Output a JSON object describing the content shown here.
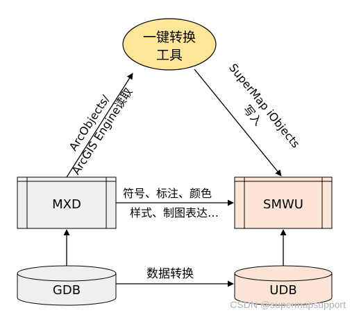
{
  "nodes": {
    "tool": {
      "line1": "一键转换",
      "line2": "工具",
      "fill": "#ffe699"
    },
    "mxd": {
      "label": "MXD",
      "fill": "#efefef"
    },
    "smwu": {
      "label": "SMWU",
      "fill": "#fbe3d6"
    },
    "gdb": {
      "label": "GDB",
      "fill": "#efefef"
    },
    "udb": {
      "label": "UDB",
      "fill": "#fbe3d6"
    }
  },
  "edges": {
    "read": {
      "line1": "ArcObjects/",
      "line2": "ArcGIS Engine读取"
    },
    "write": {
      "line1": "SuperMap iObjects",
      "line2": "写入"
    },
    "mapping": {
      "line1": "符号、标注、颜色",
      "line2": "样式、制图表达…"
    },
    "convert": {
      "label": "数据转换"
    }
  },
  "watermark": "CSDN @supermapsupport"
}
